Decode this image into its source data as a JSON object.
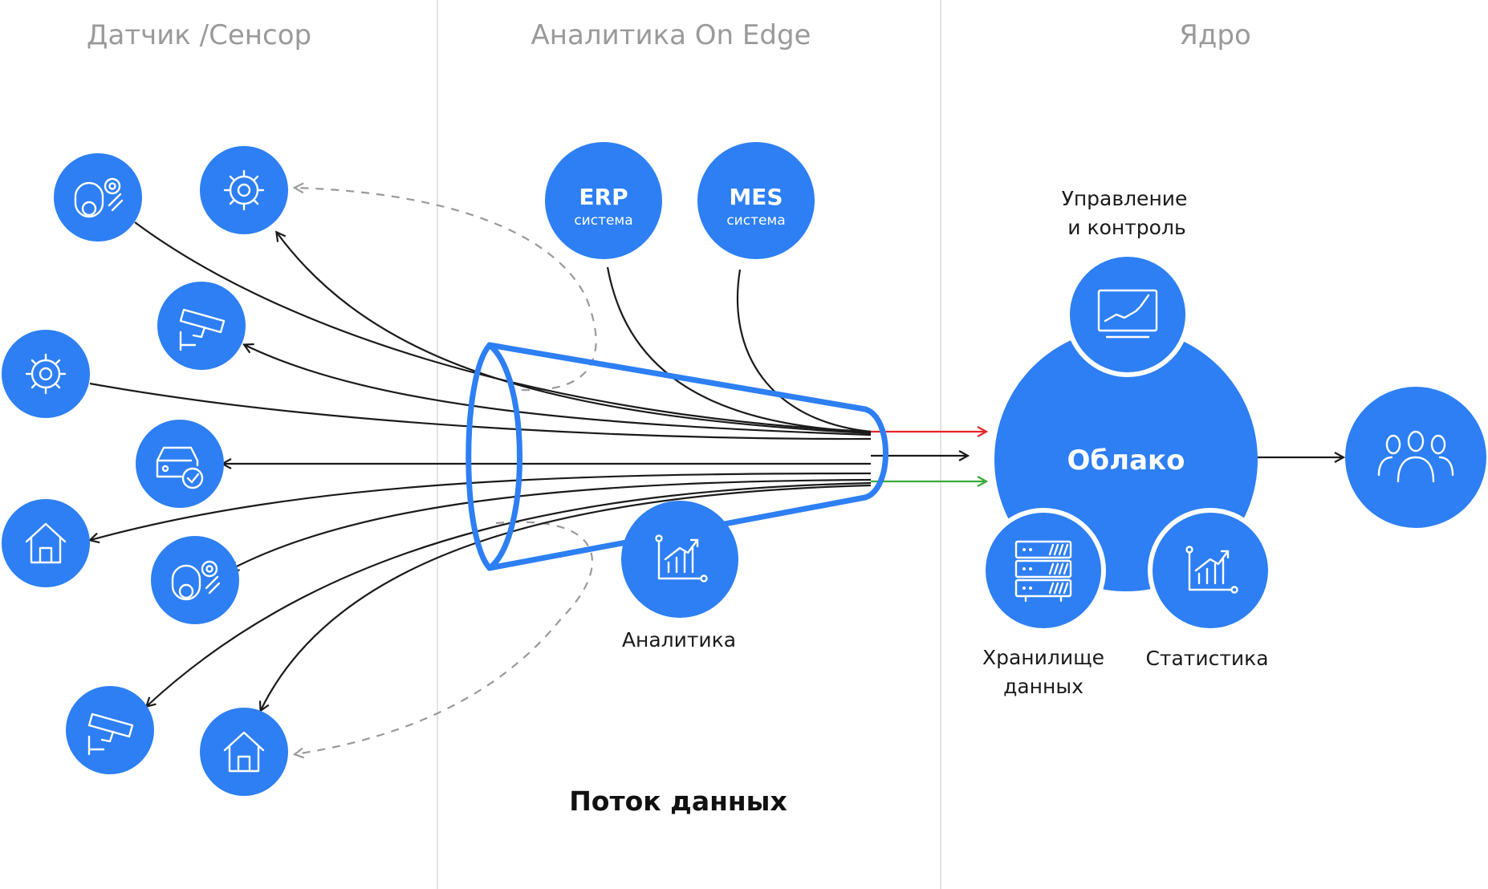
{
  "sections": {
    "sensor": "Датчик /Сенсор",
    "edge": "Аналитика On Edge",
    "core": "Ядро"
  },
  "systems": {
    "erp": {
      "title": "ERP",
      "subtitle": "система"
    },
    "mes": {
      "title": "MES",
      "subtitle": "система"
    }
  },
  "labels": {
    "analytics": "Аналитика",
    "management_line1": "Управление",
    "management_line2": "и контроль",
    "cloud": "Облако",
    "storage_line1": "Хранилище",
    "storage_line2": "данных",
    "statistics": "Статистика",
    "data_flow": "Поток данных"
  },
  "icons": {
    "sensors_left": [
      "conveyor-gear-icon",
      "gear-icon",
      "cctv-camera-icon",
      "gear-icon",
      "car-check-icon",
      "house-icon",
      "conveyor-gear-icon",
      "cctv-camera-icon",
      "house-icon"
    ],
    "edge": [
      "analytics-chart-icon"
    ],
    "core": [
      "monitor-trend-icon",
      "server-storage-icon",
      "statistics-chart-icon",
      "users-group-icon"
    ]
  },
  "colors": {
    "node_blue": "#2d7ff3",
    "funnel_blue": "#2d7ff3",
    "arrow_red": "#e5272b",
    "arrow_green": "#38a83a",
    "line_dark": "#1a1a1a",
    "dashed_gray": "#9a9a9a",
    "divider_gray": "#dcdcdc"
  }
}
